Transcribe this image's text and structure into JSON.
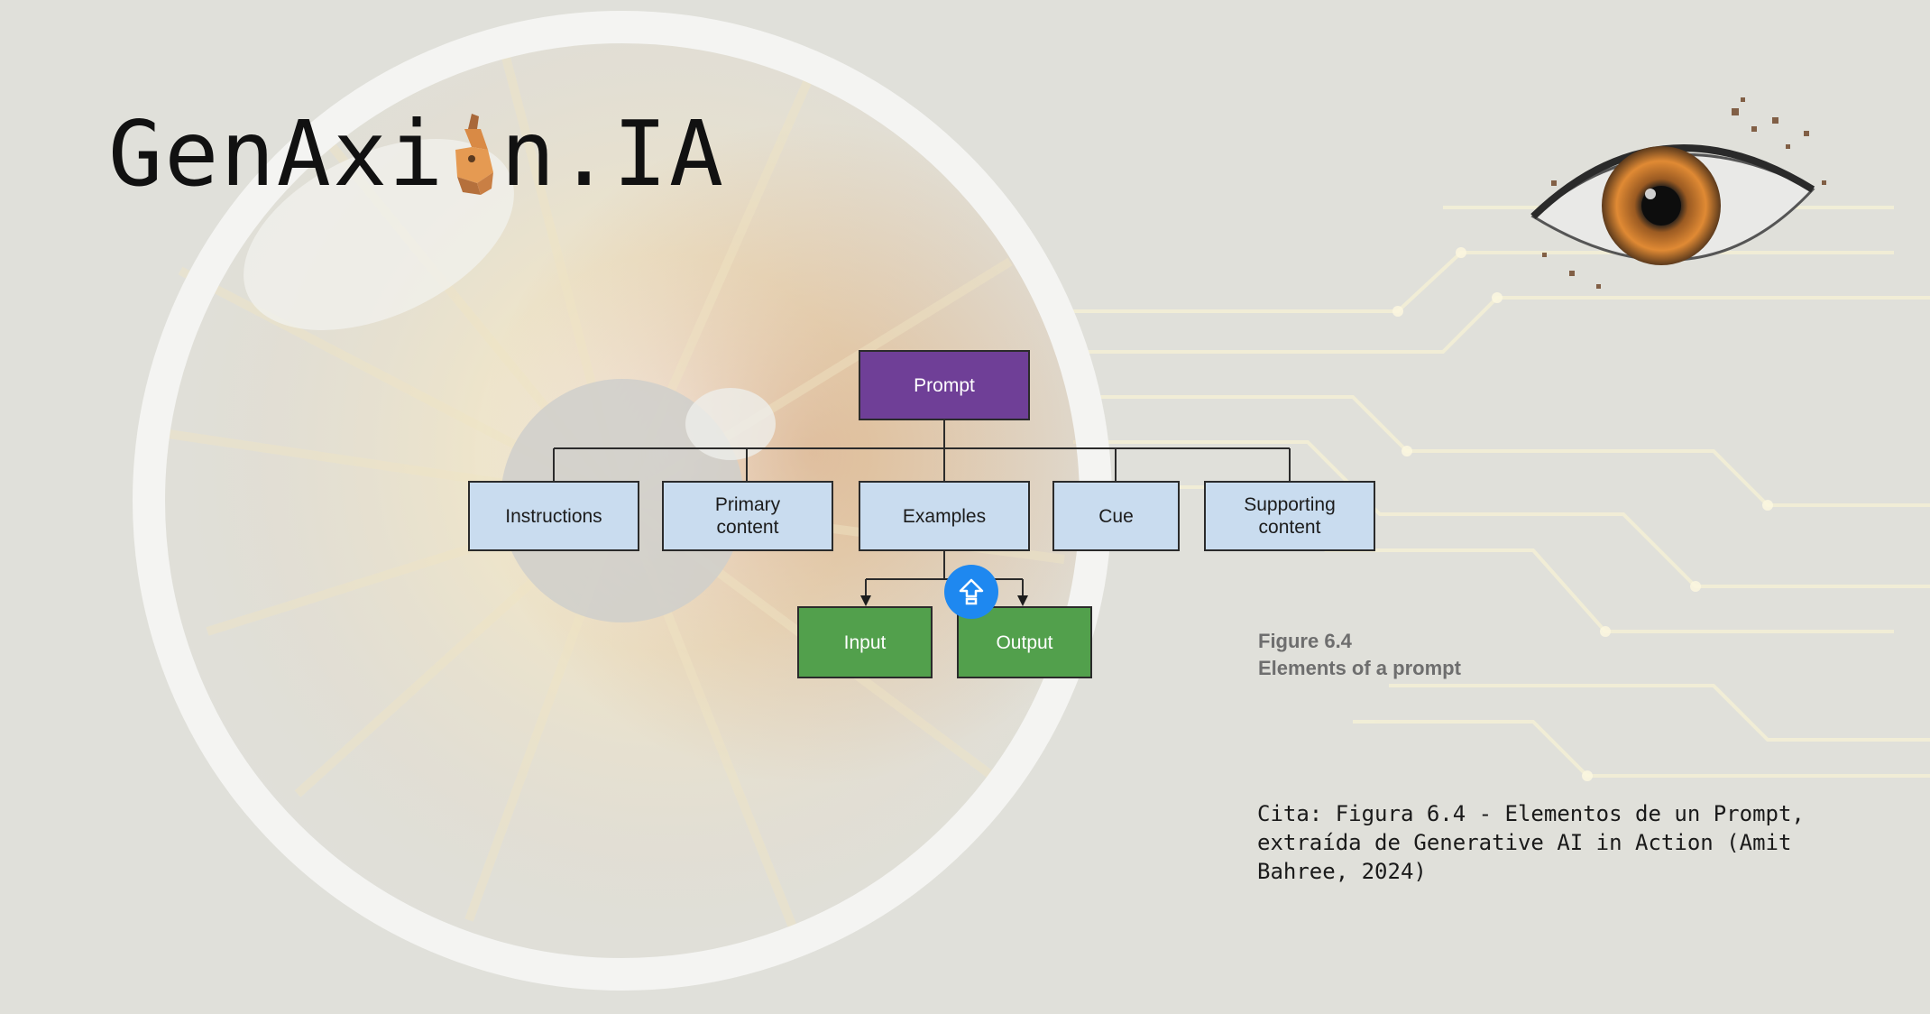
{
  "brand": {
    "name_part1": "GenAxi",
    "name_part2": "n.IA"
  },
  "diagram": {
    "root": "Prompt",
    "components": [
      "Instructions",
      "Primary\ncontent",
      "Examples",
      "Cue",
      "Supporting\ncontent"
    ],
    "example_parts": [
      "Input",
      "Output"
    ]
  },
  "caption": {
    "figure_label": "Figure 6.4",
    "figure_title": "Elements of a prompt"
  },
  "citation": "Cita: Figura 6.4 - Elementos de un Prompt, extraída de Generative AI in Action (Amit Bahree, 2024)",
  "icons": {
    "share": "share-upload-icon",
    "mascot": "robot-mascot-icon",
    "eye": "digital-eye-icon"
  },
  "colors": {
    "root_box": "#6f3f97",
    "component_box": "#c9dcef",
    "leaf_box": "#52a04c",
    "share_button": "#1e88f0"
  }
}
